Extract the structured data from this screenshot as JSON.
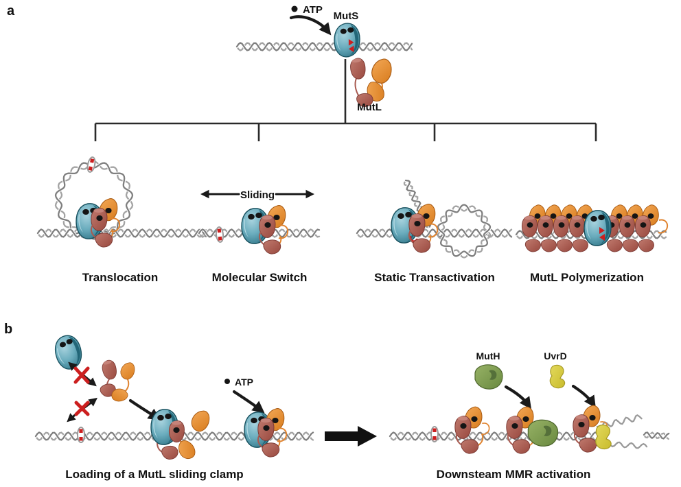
{
  "figure": {
    "panel_a": {
      "label": "a",
      "atp_label": "ATP",
      "muts_label": "MutS",
      "mutl_label": "MutL",
      "sliding_label": "Sliding",
      "models": [
        {
          "name": "Translocation"
        },
        {
          "name": "Molecular Switch"
        },
        {
          "name": "Static Transactivation"
        },
        {
          "name": "MutL Polymerization"
        }
      ]
    },
    "panel_b": {
      "label": "b",
      "atp_label": "ATP",
      "muth_label": "MutH",
      "uvrd_label": "UvrD",
      "left_caption": "Loading of a MutL sliding clamp",
      "right_caption": "Downsteam MMR activation"
    },
    "colors": {
      "muts_blue": "#5fa8ba",
      "mutl_orange": "#e08430",
      "mutl_brick": "#a85a50",
      "muth_green": "#7d9b50",
      "uvrd_yellow": "#d9cd44",
      "dna_gray": "#9a9a9a",
      "mismatch_red": "#cc1f1f",
      "line_black": "#1a1a1a"
    }
  }
}
